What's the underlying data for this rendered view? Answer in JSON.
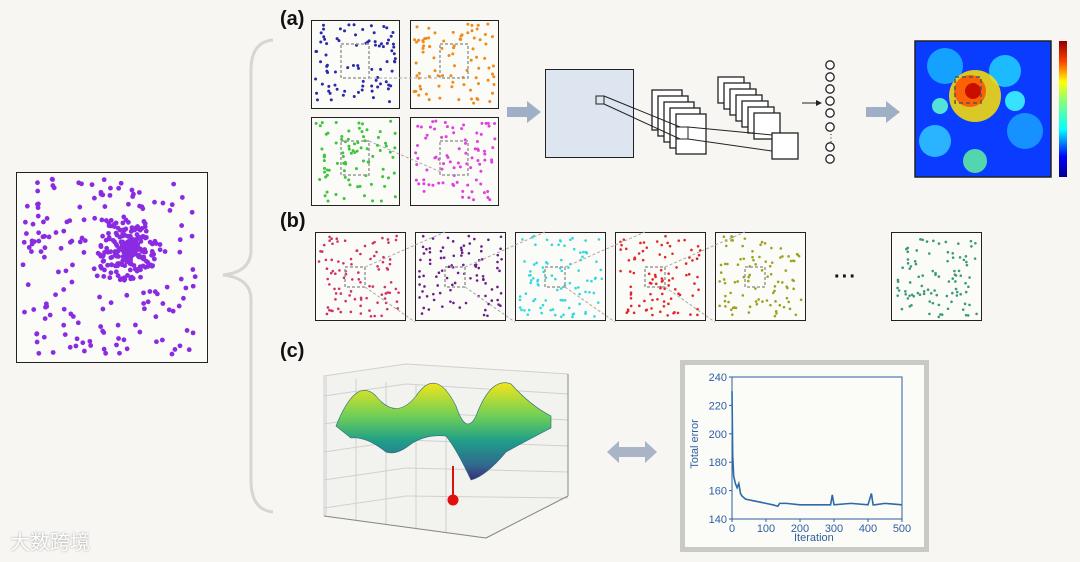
{
  "panels": {
    "a": "(a)",
    "b": "(b)",
    "c": "(c)"
  },
  "ellipsis_b": "···",
  "colors": {
    "main": "#8a2be2",
    "a": [
      "#2a2aa8",
      "#f08a1a",
      "#3cc43c",
      "#e040e0"
    ],
    "b": [
      "#d0306a",
      "#6a1d8a",
      "#30d8e0",
      "#e02828",
      "#a0a020",
      "#3a9a7a"
    ]
  },
  "chart_data": {
    "type": "line",
    "xlabel": "Iteration",
    "ylabel": "Total error",
    "xlim": [
      0,
      500
    ],
    "ylim": [
      140,
      240
    ],
    "xticks": [
      "0",
      "100",
      "200",
      "300",
      "400",
      "500"
    ],
    "yticks": [
      "140",
      "160",
      "180",
      "200",
      "220",
      "240"
    ],
    "series": [
      {
        "x": [
          0,
          2,
          5,
          10,
          15,
          20,
          25,
          30,
          40,
          60,
          80,
          100,
          120,
          135,
          140,
          160,
          200,
          250,
          290,
          295,
          300,
          350,
          400,
          410,
          415,
          420,
          450,
          500
        ],
        "values": [
          230,
          185,
          170,
          165,
          162,
          165,
          158,
          156,
          154,
          153,
          152,
          151,
          150,
          149,
          151,
          151,
          150,
          150,
          150,
          157,
          150,
          151,
          150,
          158,
          150,
          150,
          151,
          150
        ]
      }
    ]
  },
  "watermark": "大数跨境"
}
